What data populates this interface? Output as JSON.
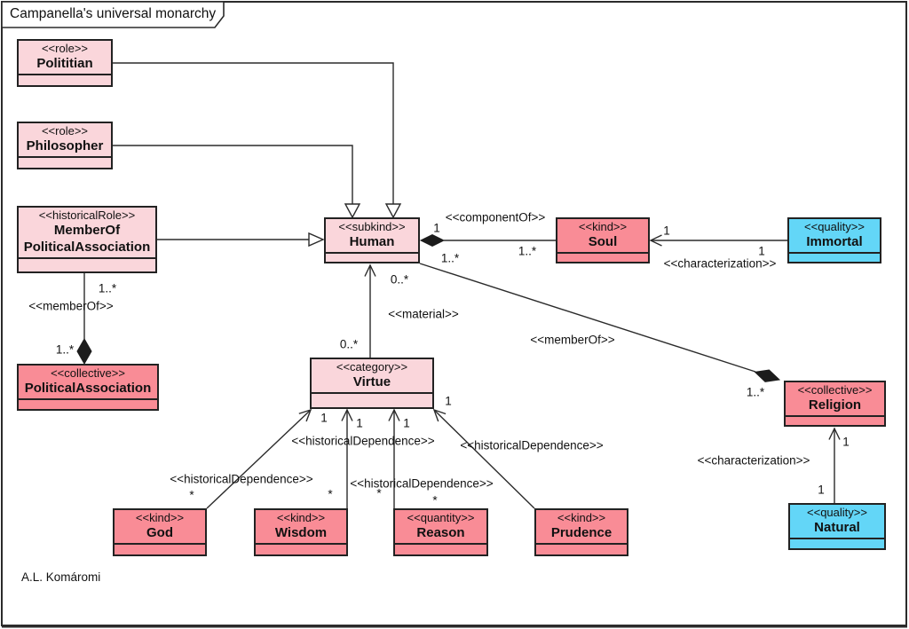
{
  "diagram": {
    "title": "Campanella's universal monarchy",
    "author": "A.L. Komáromi"
  },
  "colors": {
    "role_fill": "#FAD6DB",
    "kind_fill": "#F98C96",
    "quality_fill": "#63D6F7",
    "line": "#2b2b2b",
    "text": "#111111"
  },
  "classes": {
    "polititian": {
      "stereotype": "<<role>>",
      "name": "Polititian"
    },
    "philosopher": {
      "stereotype": "<<role>>",
      "name": "Philosopher"
    },
    "member_of_pa": {
      "stereotype": "<<historicalRole>>",
      "name_line1": "MemberOf",
      "name_line2": "PoliticalAssociation"
    },
    "human": {
      "stereotype": "<<subkind>>",
      "name": "Human"
    },
    "soul": {
      "stereotype": "<<kind>>",
      "name": "Soul"
    },
    "immortal": {
      "stereotype": "<<quality>>",
      "name": "Immortal"
    },
    "political_association": {
      "stereotype": "<<collective>>",
      "name": "PoliticalAssociation"
    },
    "virtue": {
      "stereotype": "<<category>>",
      "name": "Virtue"
    },
    "religion": {
      "stereotype": "<<collective>>",
      "name": "Religion"
    },
    "natural": {
      "stereotype": "<<quality>>",
      "name": "Natural"
    },
    "god": {
      "stereotype": "<<kind>>",
      "name": "God"
    },
    "wisdom": {
      "stereotype": "<<kind>>",
      "name": "Wisdom"
    },
    "reason": {
      "stereotype": "<<quantity>>",
      "name": "Reason"
    },
    "prudence": {
      "stereotype": "<<kind>>",
      "name": "Prudence"
    }
  },
  "relation_labels": {
    "component_of": "<<componentOf>>",
    "characterization_soul": "<<characterization>>",
    "member_of_religion": "<<memberOf>>",
    "material": "<<material>>",
    "member_of_pa": "<<memberOf>>",
    "characterization_religion": "<<characterization>>",
    "hist_dep_god": "<<historicalDependence>>",
    "hist_dep_wisdom": "<<historicalDependence>>",
    "hist_dep_reason": "<<historicalDependence>>",
    "hist_dep_prudence": "<<historicalDependence>>"
  },
  "multiplicities": {
    "soul_whole": "1",
    "soul_part": "1..*",
    "char_soul_target": "1",
    "char_soul_source": "1",
    "religion_member": "1..*",
    "religion_whole": "1..*",
    "material_target": "0..*",
    "material_source": "0..*",
    "pa_member": "1..*",
    "pa_whole": "1..*",
    "char_religion_target": "1",
    "char_religion_source": "1",
    "hd_god_target": "1",
    "hd_god_source": "*",
    "hd_wisdom_target": "1",
    "hd_wisdom_source": "*",
    "hd_reason_target": "1",
    "hd_reason_source": "*",
    "hd_prudence_target": "1",
    "hd_prudence_source": "*"
  }
}
